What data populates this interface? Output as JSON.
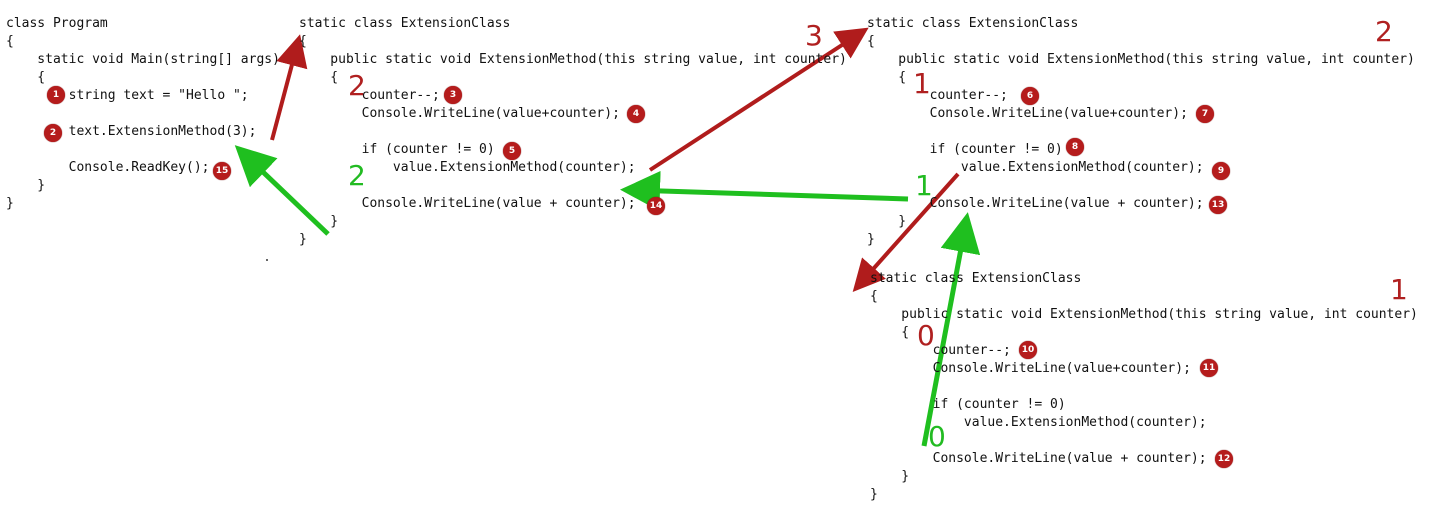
{
  "blocks": {
    "program": {
      "lines": [
        "class Program",
        "{",
        "    static void Main(string[] args)",
        "    {",
        "        string text = \"Hello \";",
        "",
        "        text.ExtensionMethod(3);",
        "",
        "        Console.ReadKey();",
        "    }",
        "}"
      ]
    },
    "ext1": {
      "lines": [
        "static class ExtensionClass",
        "{",
        "    public static void ExtensionMethod(this string value, int counter)",
        "    {",
        "        counter--;",
        "        Console.WriteLine(value+counter);",
        "",
        "        if (counter != 0)",
        "            value.ExtensionMethod(counter);",
        "",
        "        Console.WriteLine(value + counter);",
        "    }",
        "}"
      ]
    },
    "ext2": {
      "lines": [
        "static class ExtensionClass",
        "{",
        "    public static void ExtensionMethod(this string value, int counter)",
        "    {",
        "        counter--;",
        "        Console.WriteLine(value+counter);",
        "",
        "        if (counter != 0)",
        "            value.ExtensionMethod(counter);",
        "",
        "        Console.WriteLine(value + counter);",
        "    }",
        "}"
      ]
    },
    "ext3": {
      "lines": [
        "static class ExtensionClass",
        "{",
        "    public static void ExtensionMethod(this string value, int counter)",
        "    {",
        "        counter--;",
        "        Console.WriteLine(value+counter);",
        "",
        "        if (counter != 0)",
        "            value.ExtensionMethod(counter);",
        "",
        "        Console.WriteLine(value + counter);",
        "    }",
        "}"
      ]
    }
  },
  "badges": [
    "1",
    "2",
    "3",
    "4",
    "5",
    "6",
    "7",
    "8",
    "9",
    "10",
    "11",
    "12",
    "13",
    "14",
    "15"
  ],
  "annotations": {
    "red": [
      "3",
      "2",
      "2",
      "1",
      "1",
      "0"
    ],
    "green": [
      "2",
      "1",
      "0"
    ]
  },
  "colors": {
    "call_arrow": "#b01c1c",
    "return_arrow": "#1fbf1f",
    "badge": "#b51c1c"
  }
}
